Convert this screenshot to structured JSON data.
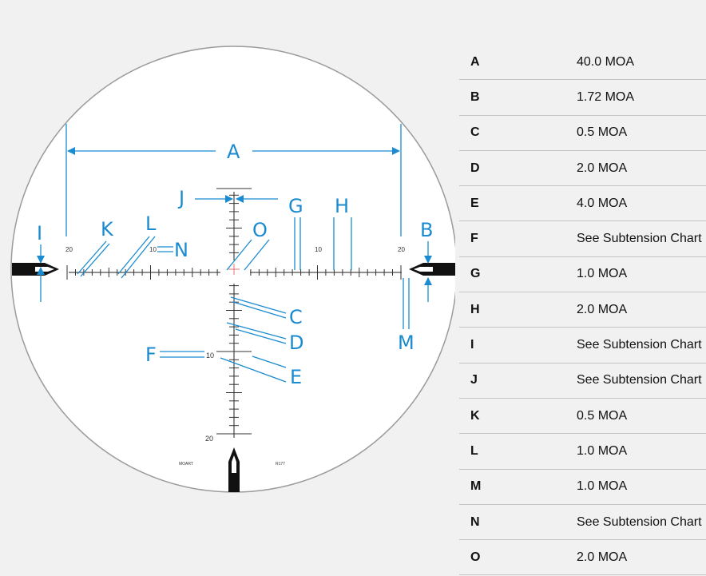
{
  "reticle": {
    "callouts": {
      "A": "A",
      "B": "B",
      "C": "C",
      "D": "D",
      "E": "E",
      "F": "F",
      "G": "G",
      "H": "H",
      "I": "I",
      "J": "J",
      "K": "K",
      "L": "L",
      "M": "M",
      "N": "N",
      "O": "O"
    },
    "scale_labels": {
      "h_left_20": "20",
      "h_left_10": "10",
      "h_right_10": "10",
      "h_right_20": "20",
      "v_10": "10",
      "v_20": "20"
    },
    "marks": {
      "brand": "MOART",
      "model": "R177"
    },
    "colors": {
      "accent": "#1a8bd0",
      "reticle": "#222222",
      "ring": "#9b9b9b",
      "crosshair_center": "#e05050"
    }
  },
  "subtensions": [
    {
      "key": "A",
      "value": "40.0 MOA"
    },
    {
      "key": "B",
      "value": "1.72 MOA"
    },
    {
      "key": "C",
      "value": "0.5 MOA"
    },
    {
      "key": "D",
      "value": "2.0 MOA"
    },
    {
      "key": "E",
      "value": "4.0 MOA"
    },
    {
      "key": "F",
      "value": "See Subtension Chart"
    },
    {
      "key": "G",
      "value": "1.0 MOA"
    },
    {
      "key": "H",
      "value": "2.0 MOA"
    },
    {
      "key": "I",
      "value": "See Subtension Chart"
    },
    {
      "key": "J",
      "value": "See Subtension Chart"
    },
    {
      "key": "K",
      "value": "0.5 MOA"
    },
    {
      "key": "L",
      "value": "1.0 MOA"
    },
    {
      "key": "M",
      "value": "1.0 MOA"
    },
    {
      "key": "N",
      "value": "See Subtension Chart"
    },
    {
      "key": "O",
      "value": "2.0 MOA"
    }
  ]
}
